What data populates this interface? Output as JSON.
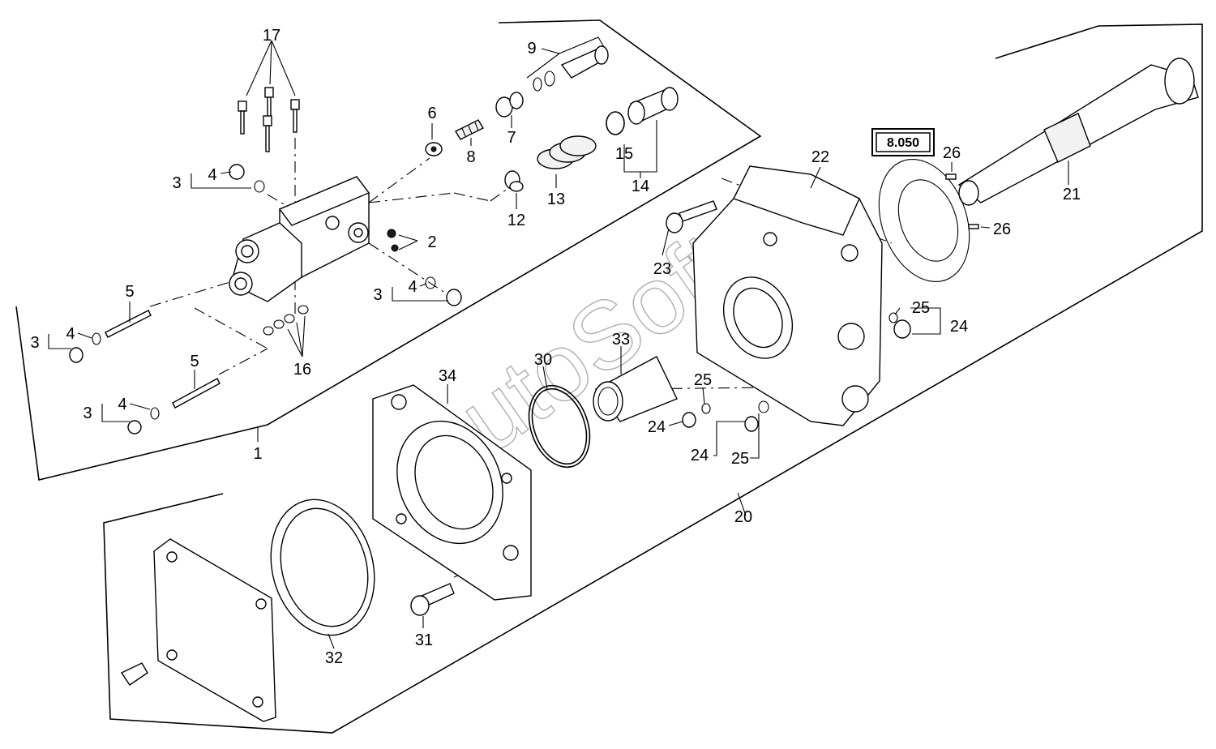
{
  "reference_box": "8.050",
  "watermark": "AutoSoft",
  "labels": {
    "l17": "17",
    "l9": "9",
    "l6": "6",
    "l7": "7",
    "l8": "8",
    "l15": "15",
    "l14": "14",
    "l13": "13",
    "l12": "12",
    "l3a": "3",
    "l4a": "4",
    "l2": "2",
    "l3b": "3",
    "l4b": "4",
    "l5a": "5",
    "l3c": "3",
    "l4c": "4",
    "l16": "16",
    "l5b": "5",
    "l3d": "3",
    "l4d": "4",
    "l1": "1",
    "l22": "22",
    "l26a": "26",
    "l21": "21",
    "l26b": "26",
    "l23": "23",
    "l25a": "25",
    "l24a": "24",
    "l33": "33",
    "l30": "30",
    "l34": "34",
    "l25b": "25",
    "l24b": "24",
    "l24c": "24",
    "l25c": "25",
    "l20": "20",
    "l31": "31",
    "l32": "32"
  }
}
